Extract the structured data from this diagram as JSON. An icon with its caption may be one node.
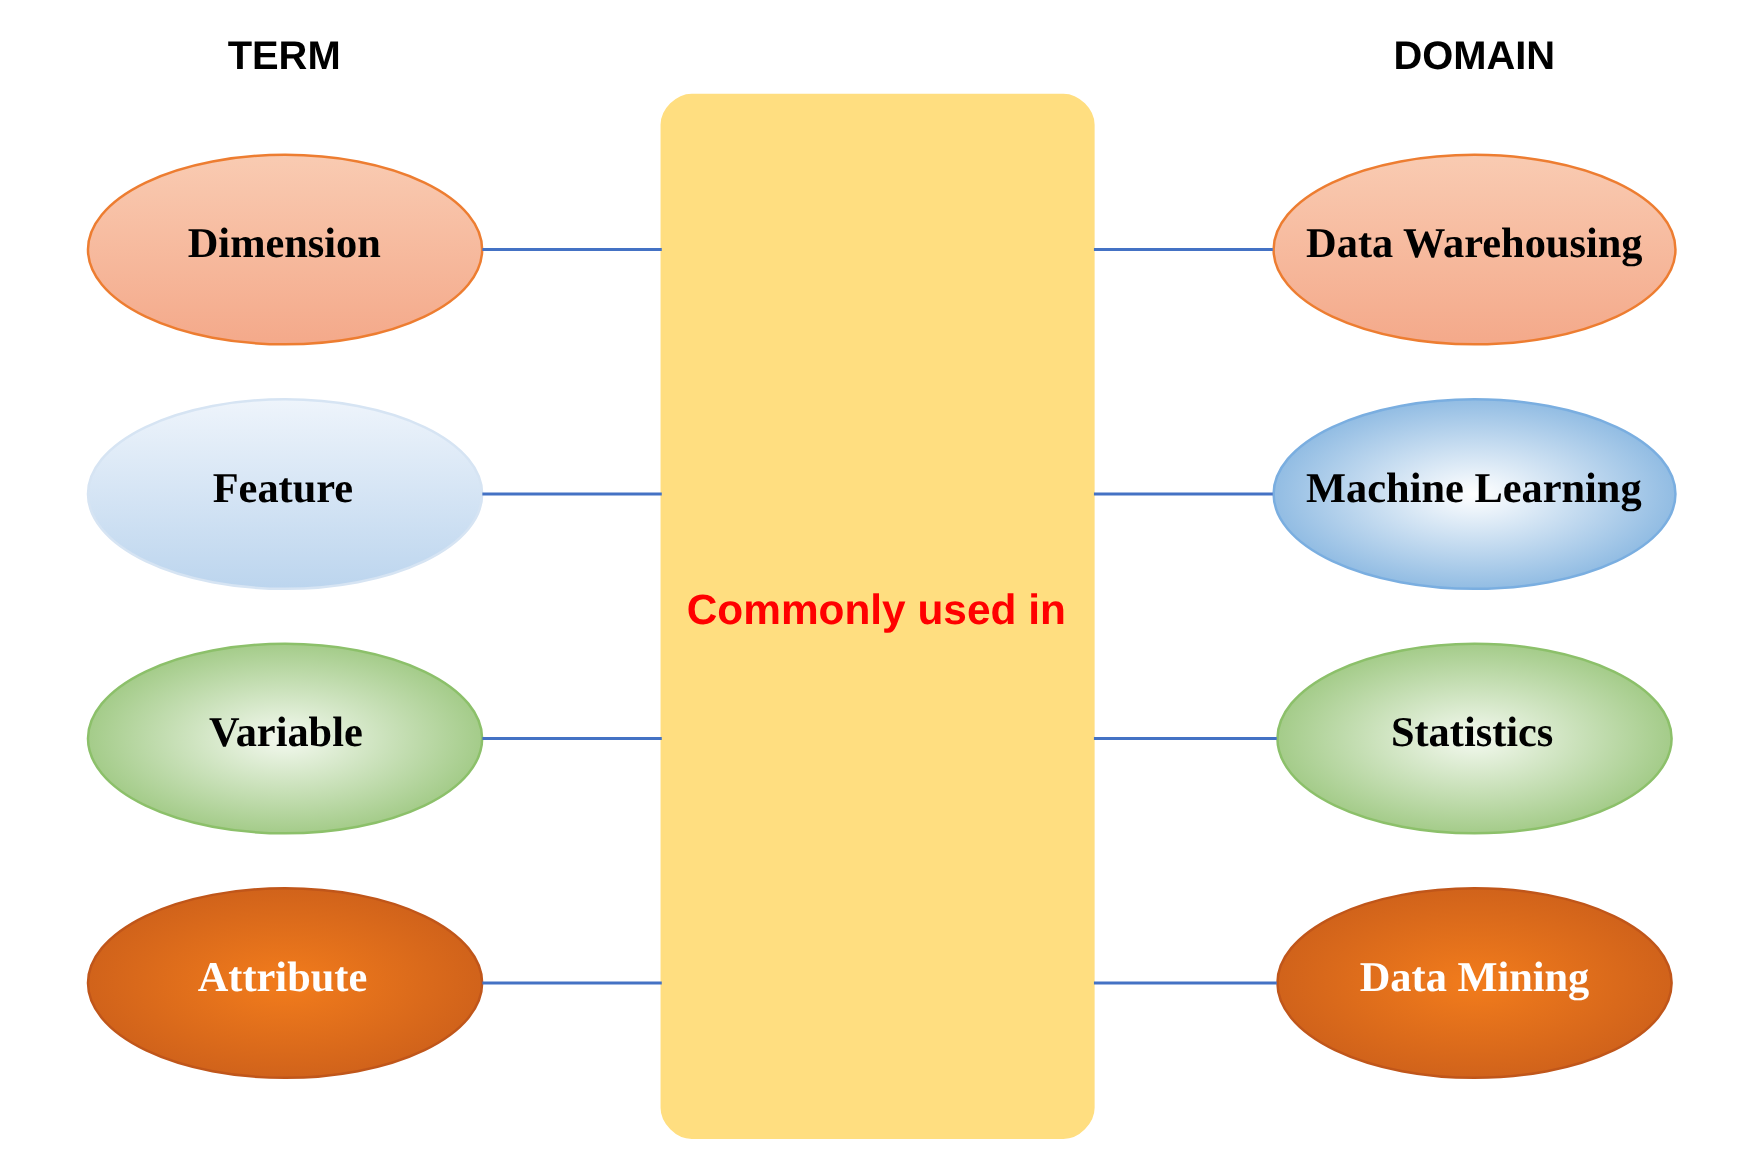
{
  "diagram": {
    "nodes": [
      {
        "text": [
          "Dimension"
        ]
      },
      {
        "text": [
          "Feature"
        ]
      },
      {
        "text": [
          "Variable"
        ]
      },
      {
        "text": [
          "Attribute"
        ]
      },
      {
        "text": [
          "Commonly used in"
        ]
      },
      {
        "text": [
          "Data Warehousing"
        ]
      },
      {
        "text": [
          "Machine Learning"
        ]
      },
      {
        "text": [
          "Statistics"
        ]
      },
      {
        "text": [
          "Data Mining"
        ]
      }
    ],
    "edges": [
      {
        "from": 0,
        "to": 4,
        "arrow": "none"
      },
      {
        "from": 1,
        "to": 4,
        "arrow": "none"
      },
      {
        "from": 2,
        "to": 4,
        "arrow": "none"
      },
      {
        "from": 3,
        "to": 4,
        "arrow": "none"
      },
      {
        "from": 4,
        "to": 5,
        "arrow": "none"
      },
      {
        "from": 4,
        "to": 6,
        "arrow": "none"
      },
      {
        "from": 4,
        "to": 7,
        "arrow": "none"
      },
      {
        "from": 4,
        "to": 8,
        "arrow": "none"
      }
    ],
    "labels": [
      "TERM",
      "DOMAIN"
    ]
  }
}
